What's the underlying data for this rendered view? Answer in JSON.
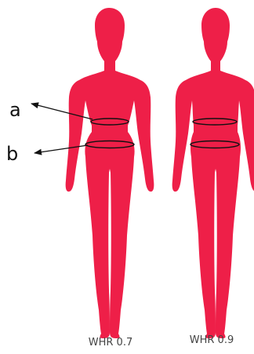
{
  "figure": {
    "colors": {
      "silhouette": "#ee1f48",
      "outline": "#111111",
      "caption": "#444444",
      "background": "#ffffff"
    },
    "figures": [
      {
        "caption": "WHR 0.7",
        "whr": 0.7
      },
      {
        "caption": "WHR 0.9",
        "whr": 0.9
      }
    ],
    "callouts": [
      {
        "letter": "a",
        "target": "waist"
      },
      {
        "letter": "b",
        "target": "hip"
      }
    ]
  }
}
